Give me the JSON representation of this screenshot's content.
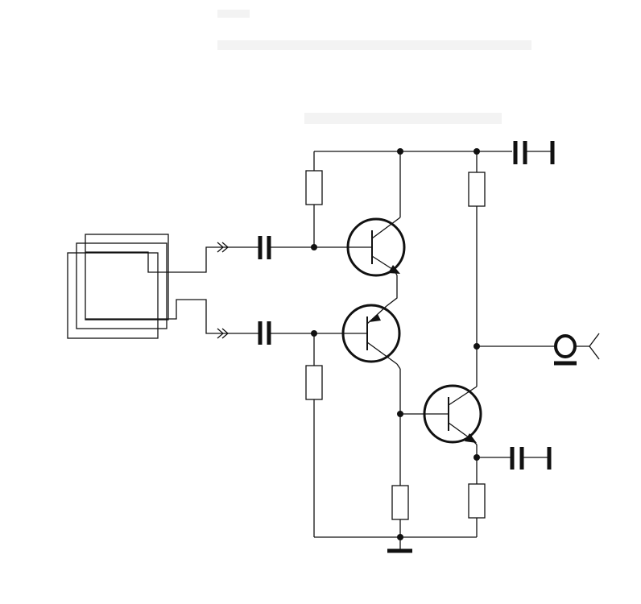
{
  "diagram": {
    "kind": "schematic",
    "colors": {
      "ink": "#111111",
      "background": "#ffffff"
    },
    "components": {
      "input_transformer": "transformer-icon",
      "input_capacitors": 2,
      "bias_resistors": 5,
      "transistors": 3,
      "supply_capacitors": 2,
      "output_connector": "headphone-jack-icon",
      "ground": "ground-icon"
    }
  }
}
